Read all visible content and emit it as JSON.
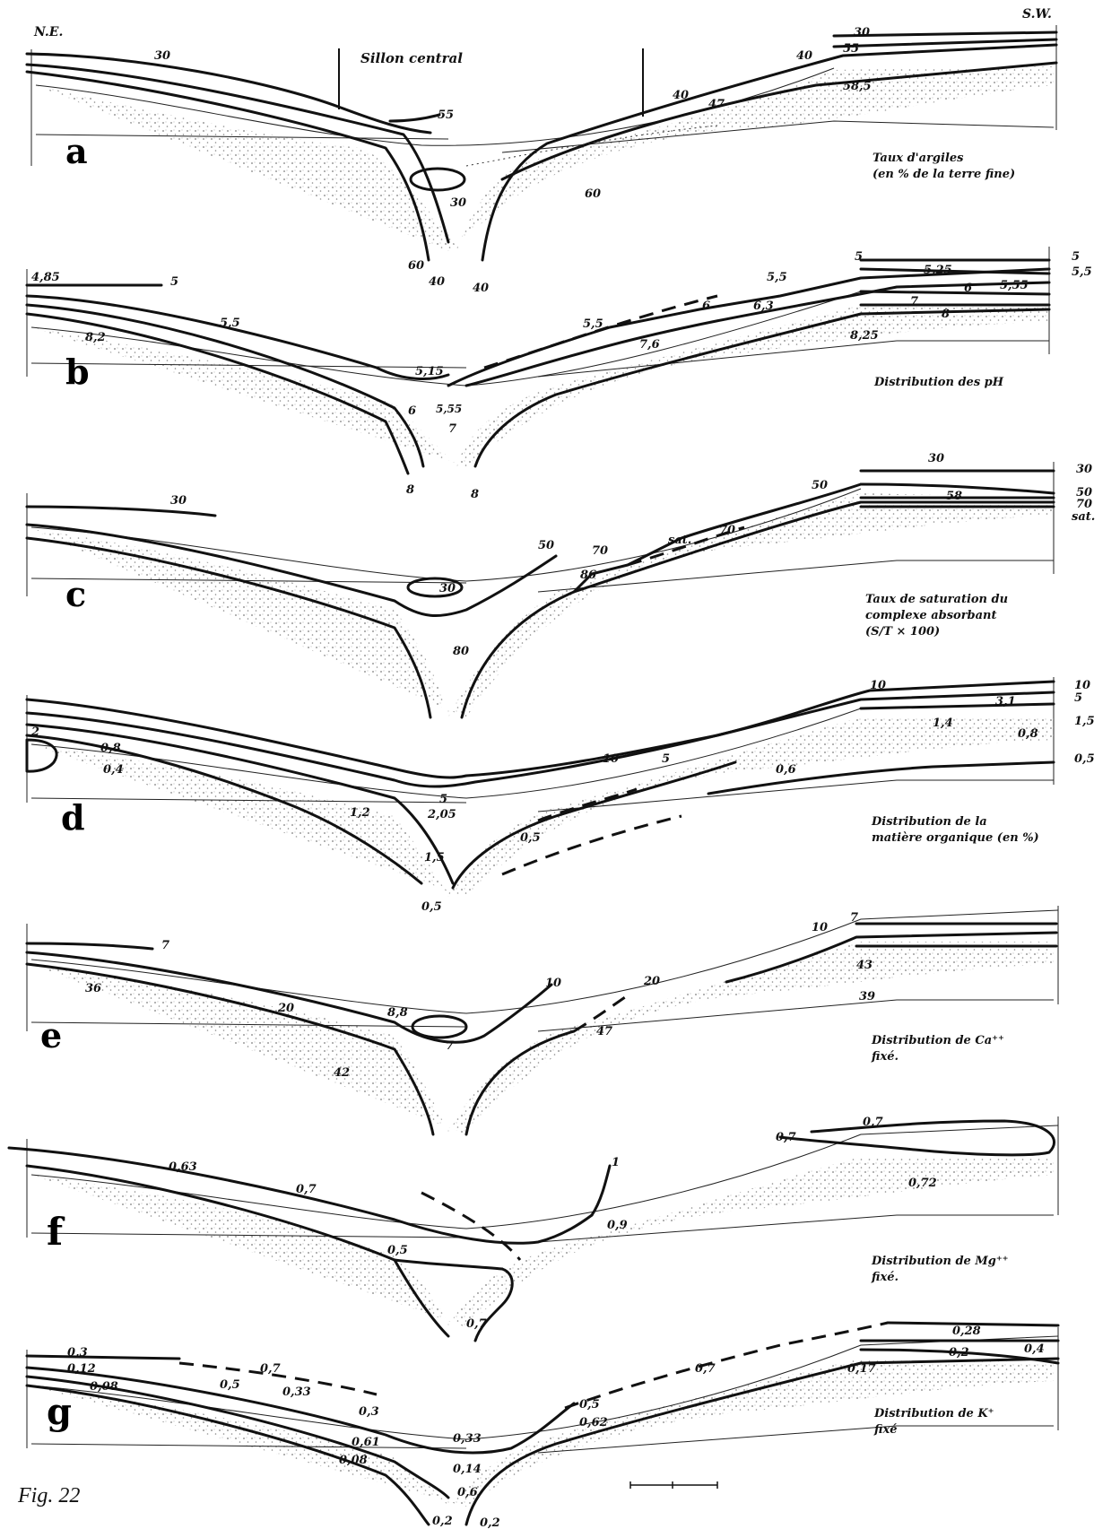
{
  "figure": {
    "label": "Fig. 22",
    "orientation_left": "N.E.",
    "orientation_right": "S.W.",
    "sillon_label": "Sillon central"
  },
  "panels": [
    {
      "letter": "a",
      "caption": [
        "Taux d'argiles",
        "(en % de la terre fine)"
      ],
      "values": [
        "30",
        "55",
        "30",
        "60",
        "40",
        "40",
        "40",
        "47",
        "60",
        "30",
        "55",
        "40",
        "58,5"
      ]
    },
    {
      "letter": "b",
      "caption": [
        "Distribution des pH"
      ],
      "values": [
        "4,85",
        "5",
        "5,5",
        "8,2",
        "5,15",
        "6",
        "5,55",
        "7",
        "8",
        "8",
        "5,5",
        "6",
        "7,6",
        "6,3",
        "5,5",
        "8,25",
        "5",
        "5",
        "5,25",
        "5,5",
        "6",
        "5,55",
        "7",
        "8"
      ]
    },
    {
      "letter": "c",
      "caption": [
        "Taux de saturation du",
        "complexe absorbant",
        "(S/T × 100)"
      ],
      "values": [
        "30",
        "30",
        "80",
        "50",
        "70",
        "86",
        "sat.",
        "70",
        "50",
        "30",
        "58",
        "30",
        "50",
        "70",
        "sat."
      ]
    },
    {
      "letter": "d",
      "caption": [
        "Distribution de la",
        "matière organique (en %)"
      ],
      "values": [
        "2",
        "0,8",
        "0,4",
        "1,2",
        "5",
        "2,05",
        "1,5",
        "0,5",
        "10",
        "5",
        "0,5",
        "0,6",
        "10",
        "3,1",
        "1,4",
        "0,8",
        "10",
        "5",
        "1,5",
        "0,5"
      ]
    },
    {
      "letter": "e",
      "caption": [
        "Distribution de Ca⁺⁺",
        "fixé."
      ],
      "values": [
        "7",
        "36",
        "20",
        "8,8",
        "7",
        "42",
        "10",
        "20",
        "47",
        "10",
        "7",
        "43",
        "39"
      ]
    },
    {
      "letter": "f",
      "caption": [
        "Distribution de Mg⁺⁺",
        "fixé."
      ],
      "values": [
        "0,63",
        "0,7",
        "0,5",
        "1",
        "0,9",
        "0,7",
        "0,7",
        "0,72",
        "0,7"
      ]
    },
    {
      "letter": "g",
      "caption": [
        "Distribution de K⁺",
        "fixé"
      ],
      "values": [
        "0,3",
        "0,12",
        "0,08",
        "0,7",
        "0,5",
        "0,33",
        "0,3",
        "0,61",
        "0,08",
        "0,33",
        "0,14",
        "0,6",
        "0,5",
        "0,62",
        "0,7",
        "0,28",
        "0,4",
        "0,2",
        "0,17",
        "0,2",
        "0,2"
      ]
    }
  ]
}
